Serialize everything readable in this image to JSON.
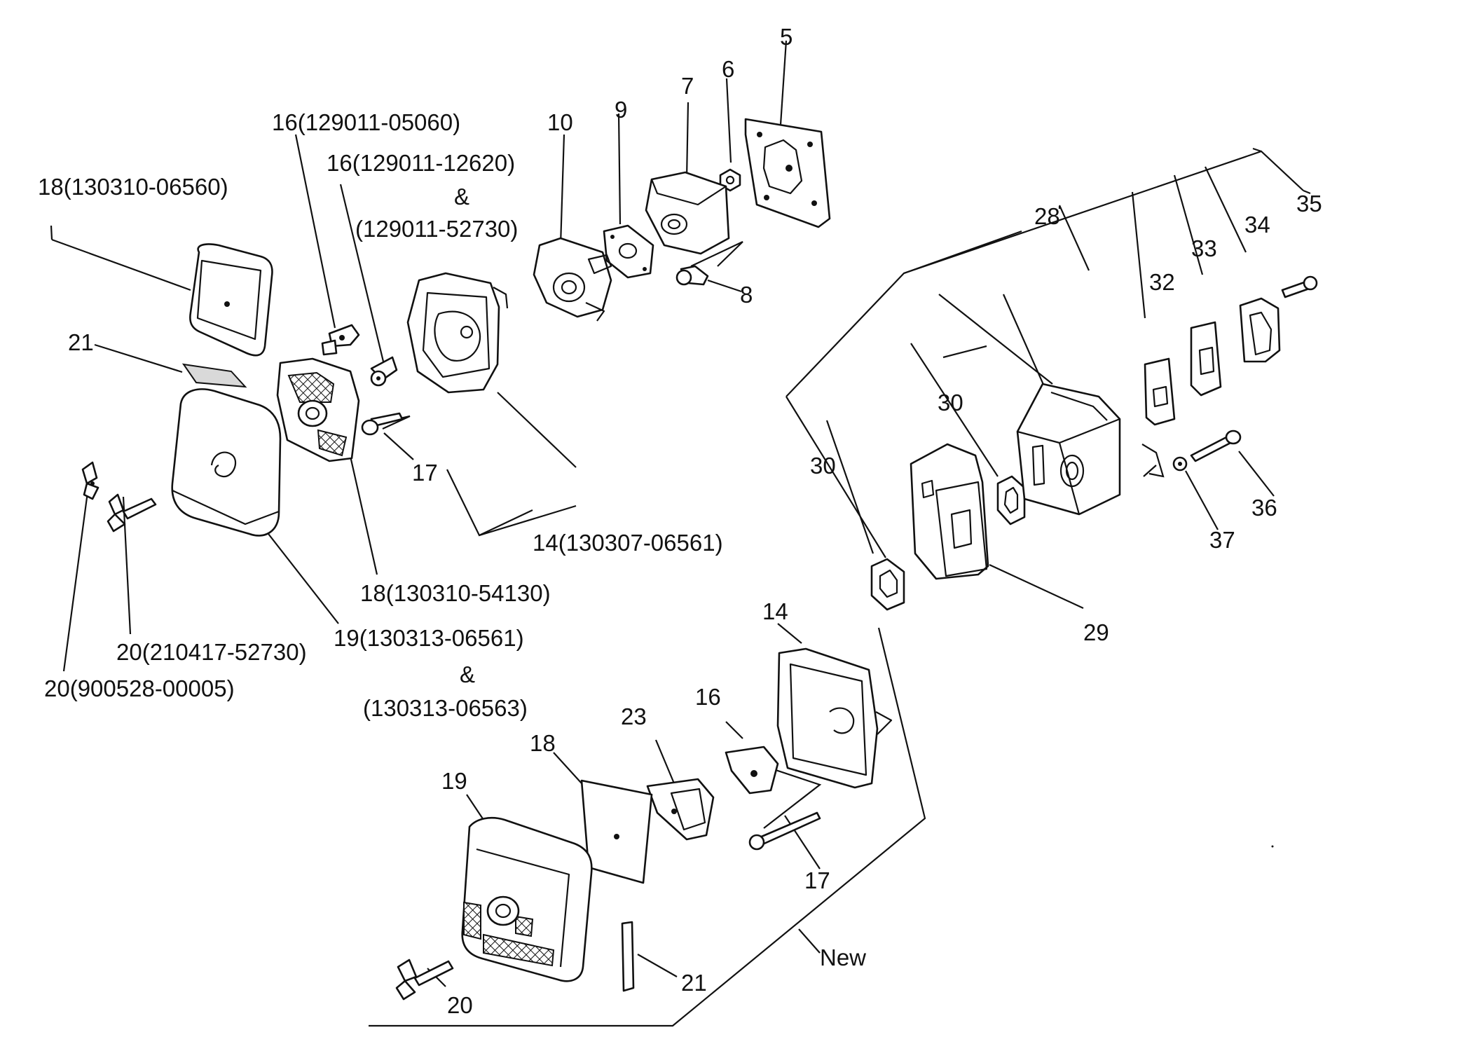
{
  "labels": {
    "p5": "5",
    "p6": "6",
    "p7": "7",
    "p8": "8",
    "p9": "9",
    "p10": "10",
    "p16a": "16(129011-05060)",
    "p16b": "16(129011-12620)",
    "amp1": "&",
    "p16c": "(129011-52730)",
    "p18a": "18(130310-06560)",
    "p21a": "21",
    "p17a": "17",
    "p14a": "14(130307-06561)",
    "p18b": "18(130310-54130)",
    "p20a": "20(210417-52730)",
    "p20b": "20(900528-00005)",
    "p19a": "19(130313-06561)",
    "amp2": "&",
    "p19b": "(130313-06563)",
    "p28": "28",
    "p35": "35",
    "p34": "34",
    "p33": "33",
    "p32": "32",
    "p30a": "30",
    "p30b": "30",
    "p36": "36",
    "p37": "37",
    "p29": "29",
    "p14b": "14",
    "p16d": "16",
    "p23": "23",
    "p18c": "18",
    "p19c": "19",
    "p17b": "17",
    "new": "New",
    "p21b": "21",
    "p20c": "20"
  }
}
